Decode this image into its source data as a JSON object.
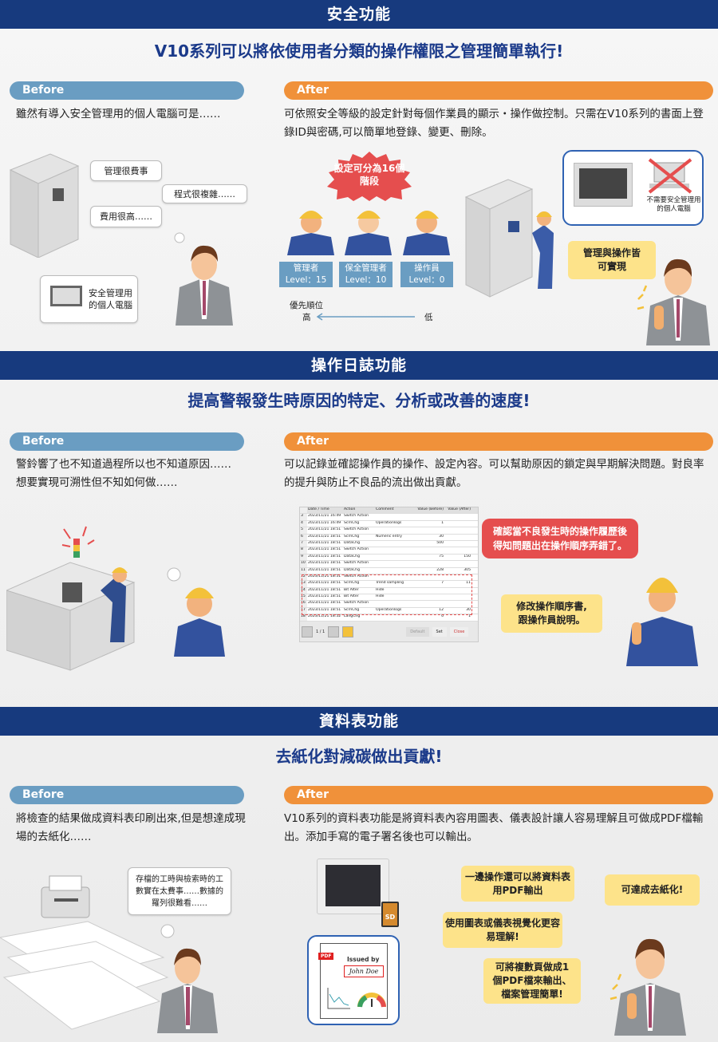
{
  "sections": [
    {
      "header": "安全功能",
      "subtitle": "V10系列可以將依使用者分類的操作權限之管理簡單執行!",
      "before_label": "Before",
      "after_label": "After",
      "before_text": "雖然有導入安全管理用的個人電腦可是……",
      "after_text": "可依照安全等級的設定針對每個作業員的顯示・操作做控制。只需在V10系列的書面上登錄ID與密碼,可以簡單地登錄、變更、刪除。",
      "bubbles": [
        "管理很費事",
        "程式很複雜……",
        "費用很高……",
        "安全管理用的個人電腦"
      ],
      "starburst": "設定可分為16個階段",
      "levels": [
        {
          "role": "管理者",
          "level": "Level：15"
        },
        {
          "role": "保全管理者",
          "level": "Level：10"
        },
        {
          "role": "操作員",
          "level": "Level：0"
        }
      ],
      "priority_label": "優先順位",
      "priority_high": "高",
      "priority_low": "低",
      "no_pc_text": "不需要安全管理用的個人電腦",
      "result_bubble": "管理與操作皆可實現"
    },
    {
      "header": "操作日誌功能",
      "subtitle": "提高警報發生時原因的特定、分析或改善的速度!",
      "before_label": "Before",
      "after_label": "After",
      "before_text_1": "警鈴響了也不知道過程所以也不知道原因……",
      "before_text_2": "想要實現可溯性但不知如何做……",
      "after_text": "可以記錄並確認操作員的操作、設定內容。可以幫助原因的鎖定與早期解決問題。對良率的提升與防止不良品的流出做出貢獻。",
      "red_bubble": "確認當不良發生時的操作履歷後得知問題出在操作順序弄錯了。",
      "result_bubble": "修改操作順序書,跟操作員說明。",
      "log_table": {
        "headers": [
          "Date / Time",
          "Action",
          "Comment",
          "Value (Before)",
          "Value (After)"
        ],
        "rows": [
          [
            "3",
            "2023/11/21 16:49",
            "Switch Action",
            "",
            "",
            ""
          ],
          [
            "4",
            "2023/11/21 16:49",
            "ScrnChg",
            "Operationlogs",
            "1",
            ""
          ],
          [
            "5",
            "2023/11/21 18:51",
            "Switch Action",
            "",
            "",
            ""
          ],
          [
            "6",
            "2023/11/21 18:51",
            "ScrnChg",
            "Numeric entry",
            "30",
            ""
          ],
          [
            "7",
            "2023/11/21 18:51",
            "DataChg",
            "",
            "500",
            ""
          ],
          [
            "8",
            "2023/11/21 18:51",
            "Switch Action",
            "",
            "",
            ""
          ],
          [
            "9",
            "2023/11/21 18:51",
            "DataChg",
            "",
            "75",
            "150"
          ],
          [
            "10",
            "2023/11/21 18:51",
            "Switch Action",
            "",
            "",
            ""
          ],
          [
            "11",
            "2023/11/21 18:51",
            "DataChg",
            "",
            "228",
            "305"
          ],
          [
            "12",
            "2023/11/21 18:51",
            "Switch Action",
            "",
            "",
            ""
          ],
          [
            "13",
            "2023/11/21 18:51",
            "ScrnChg",
            "Trend sampling",
            "7",
            "11"
          ],
          [
            "14",
            "2023/11/21 18:51",
            "Bit Alter",
            "Hide",
            "",
            ""
          ],
          [
            "15",
            "2023/11/21 18:51",
            "Bit Alter",
            "Hide",
            "",
            ""
          ],
          [
            "16",
            "2023/11/21 18:51",
            "Switch Action",
            "",
            "",
            ""
          ],
          [
            "17",
            "2023/11/21 18:51",
            "ScrnChg",
            "Operationlogs",
            "12",
            "30"
          ],
          [
            "18",
            "2023/11/21 18:52",
            "LangChg",
            "",
            "0",
            "1"
          ]
        ],
        "page": "1 / 1",
        "default_btn": "Default",
        "set_btn": "Set",
        "close_btn": "Close"
      }
    },
    {
      "header": "資料表功能",
      "subtitle": "去紙化對減碳做出貢獻!",
      "before_label": "Before",
      "after_label": "After",
      "before_text": "將檢查的結果做成資料表印刷出來,但是想達成現場的去紙化……",
      "after_text": "V10系列的資料表功能是將資料表內容用圖表、儀表設計讓人容易理解且可做成PDF檔輸出。添加手寫的電子署名後也可以輸出。",
      "worry_bubble": "存檔的工時與檢索時的工數實在太費事……數據的羅列很難看……",
      "sd_label": "SD",
      "pdf_label": "PDF",
      "issued_by": "Issued by",
      "signature": "John Doe",
      "yellow_bubbles": [
        "一邊操作還可以將資料表用PDF輸出",
        "使用圖表或儀表視覺化更容易理解!",
        "可將複數頁做成1個PDF檔來輸出、檔案管理簡單!",
        "可達成去紙化!"
      ]
    }
  ],
  "colors": {
    "navy": "#173a7e",
    "before": "#6a9dc2",
    "after": "#f0913a",
    "bubble_yellow": "#fde38a",
    "alert_red": "#e54e4e"
  }
}
